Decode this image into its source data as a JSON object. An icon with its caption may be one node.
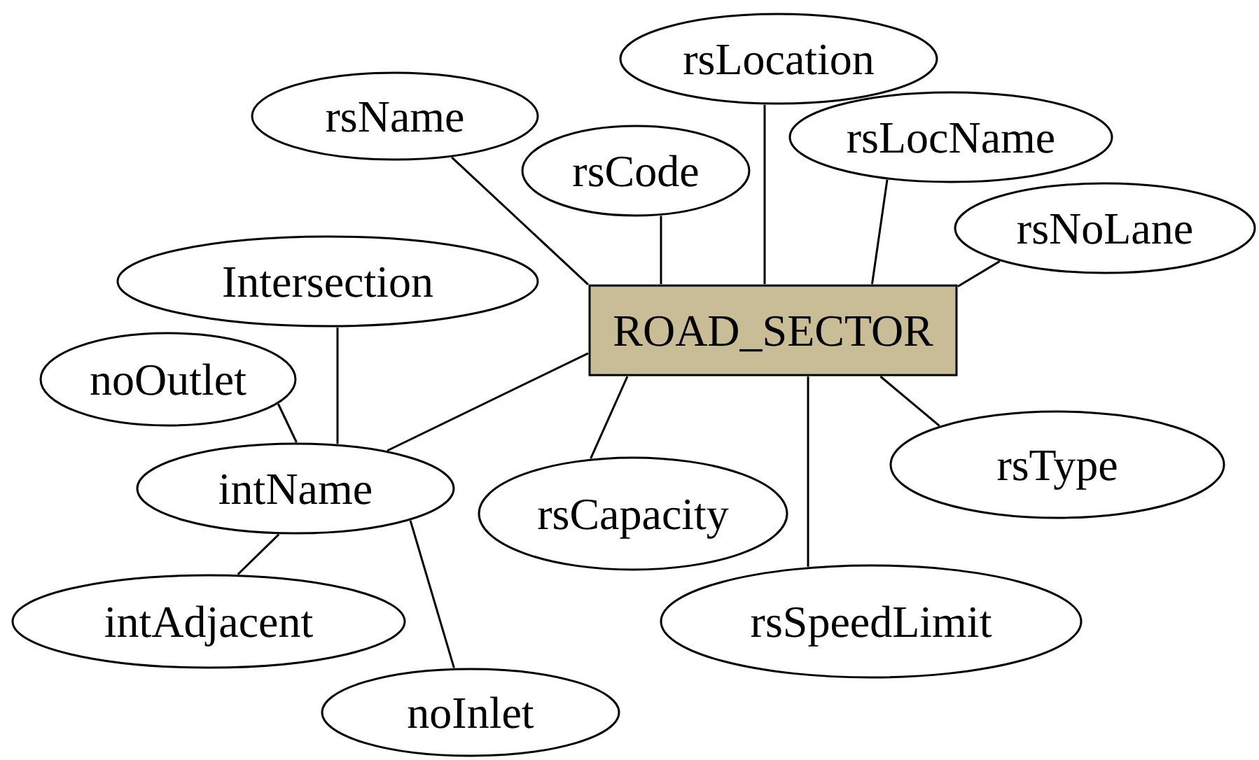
{
  "diagram": {
    "nodes": [
      {
        "text": [
          "ROAD_SECTOR"
        ]
      },
      {
        "text": [
          "rsName"
        ]
      },
      {
        "text": [
          "rsCode"
        ]
      },
      {
        "text": [
          "rsLocation"
        ]
      },
      {
        "text": [
          "rsLocName"
        ]
      },
      {
        "text": [
          "rsNoLane"
        ]
      },
      {
        "text": [
          "Intersection"
        ]
      },
      {
        "text": [
          "noOutlet"
        ]
      },
      {
        "text": [
          "intName"
        ]
      },
      {
        "text": [
          "rsCapacity"
        ]
      },
      {
        "text": [
          "rsType"
        ]
      },
      {
        "text": [
          "intAdjacent"
        ]
      },
      {
        "text": [
          "rsSpeedLimit"
        ]
      },
      {
        "text": [
          "noInlet"
        ]
      }
    ],
    "edges": [
      {
        "from": 1,
        "to": 0,
        "arrow": "none"
      },
      {
        "from": 2,
        "to": 0,
        "arrow": "none"
      },
      {
        "from": 3,
        "to": 0,
        "arrow": "none"
      },
      {
        "from": 4,
        "to": 0,
        "arrow": "none"
      },
      {
        "from": 5,
        "to": 0,
        "arrow": "none"
      },
      {
        "from": 0,
        "to": 10,
        "arrow": "none"
      },
      {
        "from": 0,
        "to": 12,
        "arrow": "none"
      },
      {
        "from": 0,
        "to": 9,
        "arrow": "none"
      },
      {
        "from": 0,
        "to": 8,
        "arrow": "none"
      },
      {
        "from": 6,
        "to": 8,
        "arrow": "none"
      },
      {
        "from": 7,
        "to": 8,
        "arrow": "none"
      },
      {
        "from": 8,
        "to": 11,
        "arrow": "none"
      },
      {
        "from": 8,
        "to": 13,
        "arrow": "none"
      }
    ]
  }
}
